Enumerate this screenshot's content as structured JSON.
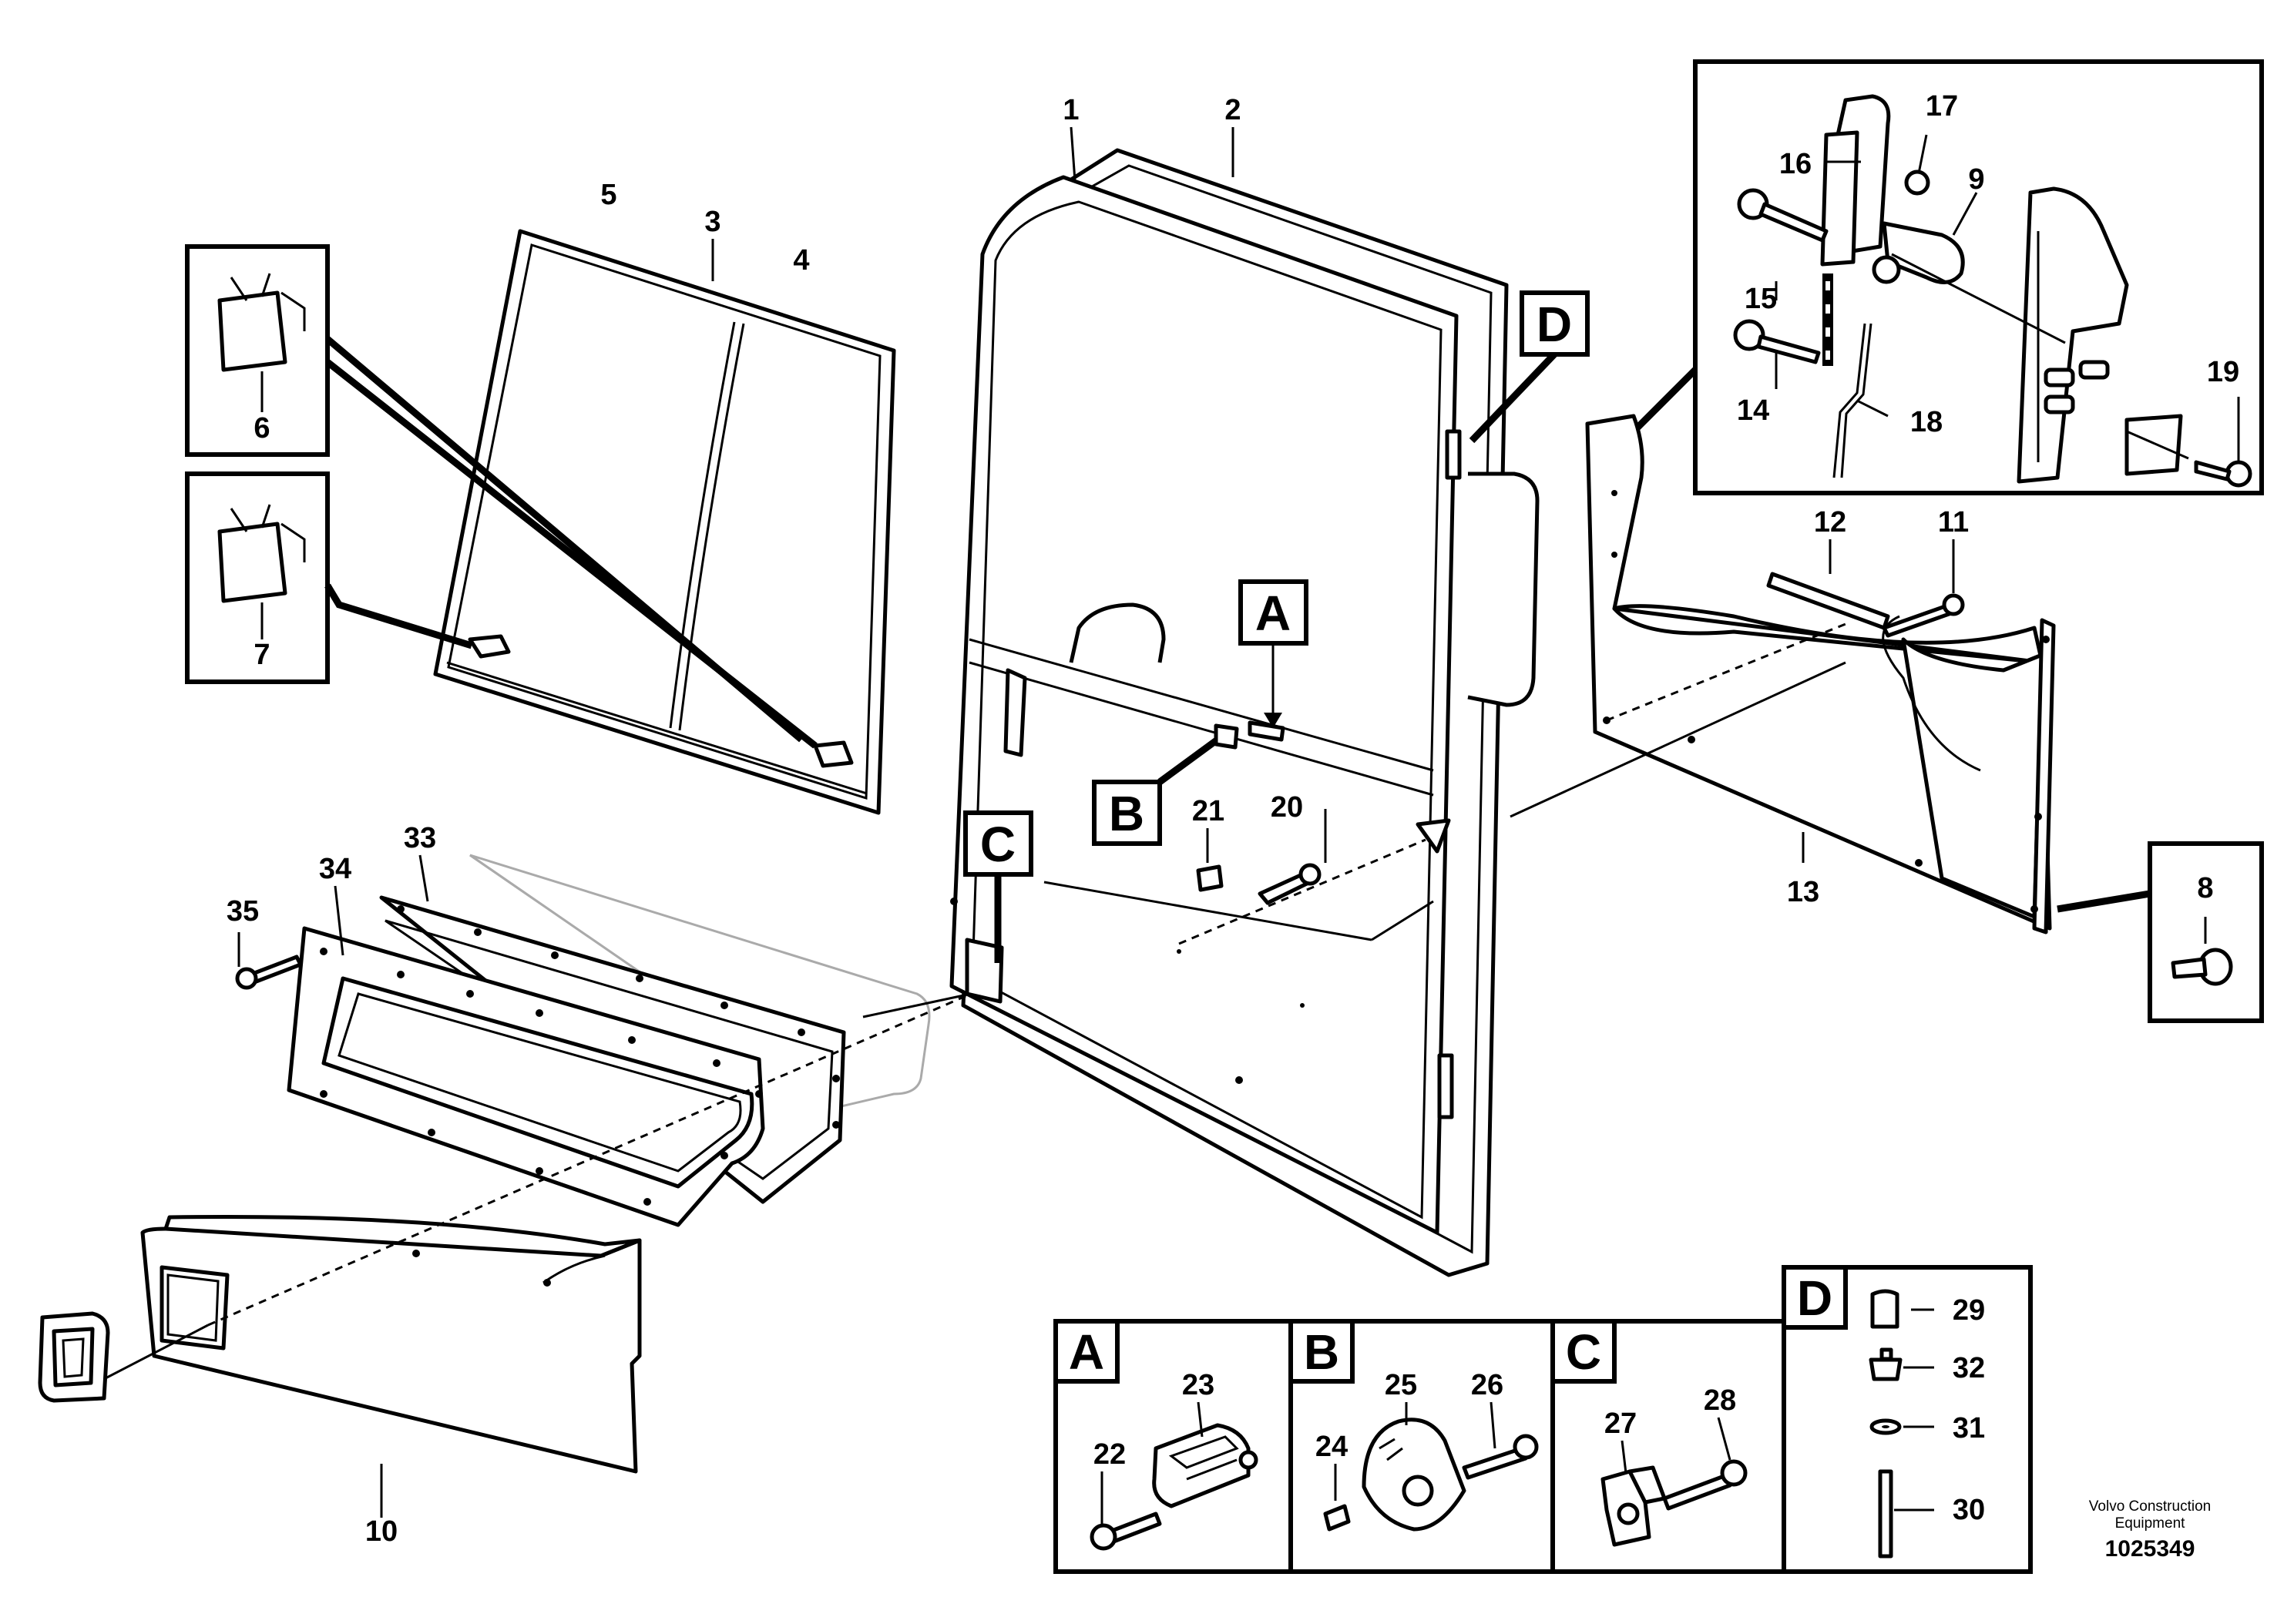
{
  "parts": {
    "p1": "1",
    "p2": "2",
    "p3": "3",
    "p4": "4",
    "p5": "5",
    "p6": "6",
    "p7": "7",
    "p8": "8",
    "p9": "9",
    "p10": "10",
    "p11": "11",
    "p12": "12",
    "p13": "13",
    "p14": "14",
    "p15": "15",
    "p16": "16",
    "p17": "17",
    "p18": "18",
    "p19": "19",
    "p20": "20",
    "p21": "21",
    "p22": "22",
    "p23": "23",
    "p24": "24",
    "p25": "25",
    "p26": "26",
    "p27": "27",
    "p28": "28",
    "p29": "29",
    "p30": "30",
    "p31": "31",
    "p32": "32",
    "p33": "33",
    "p34": "34",
    "p35": "35"
  },
  "callouts": {
    "a": "A",
    "b": "B",
    "c": "C",
    "d": "D"
  },
  "footer": {
    "credit_line1": "Volvo Construction",
    "credit_line2": "Equipment",
    "doc_number": "1025349"
  }
}
